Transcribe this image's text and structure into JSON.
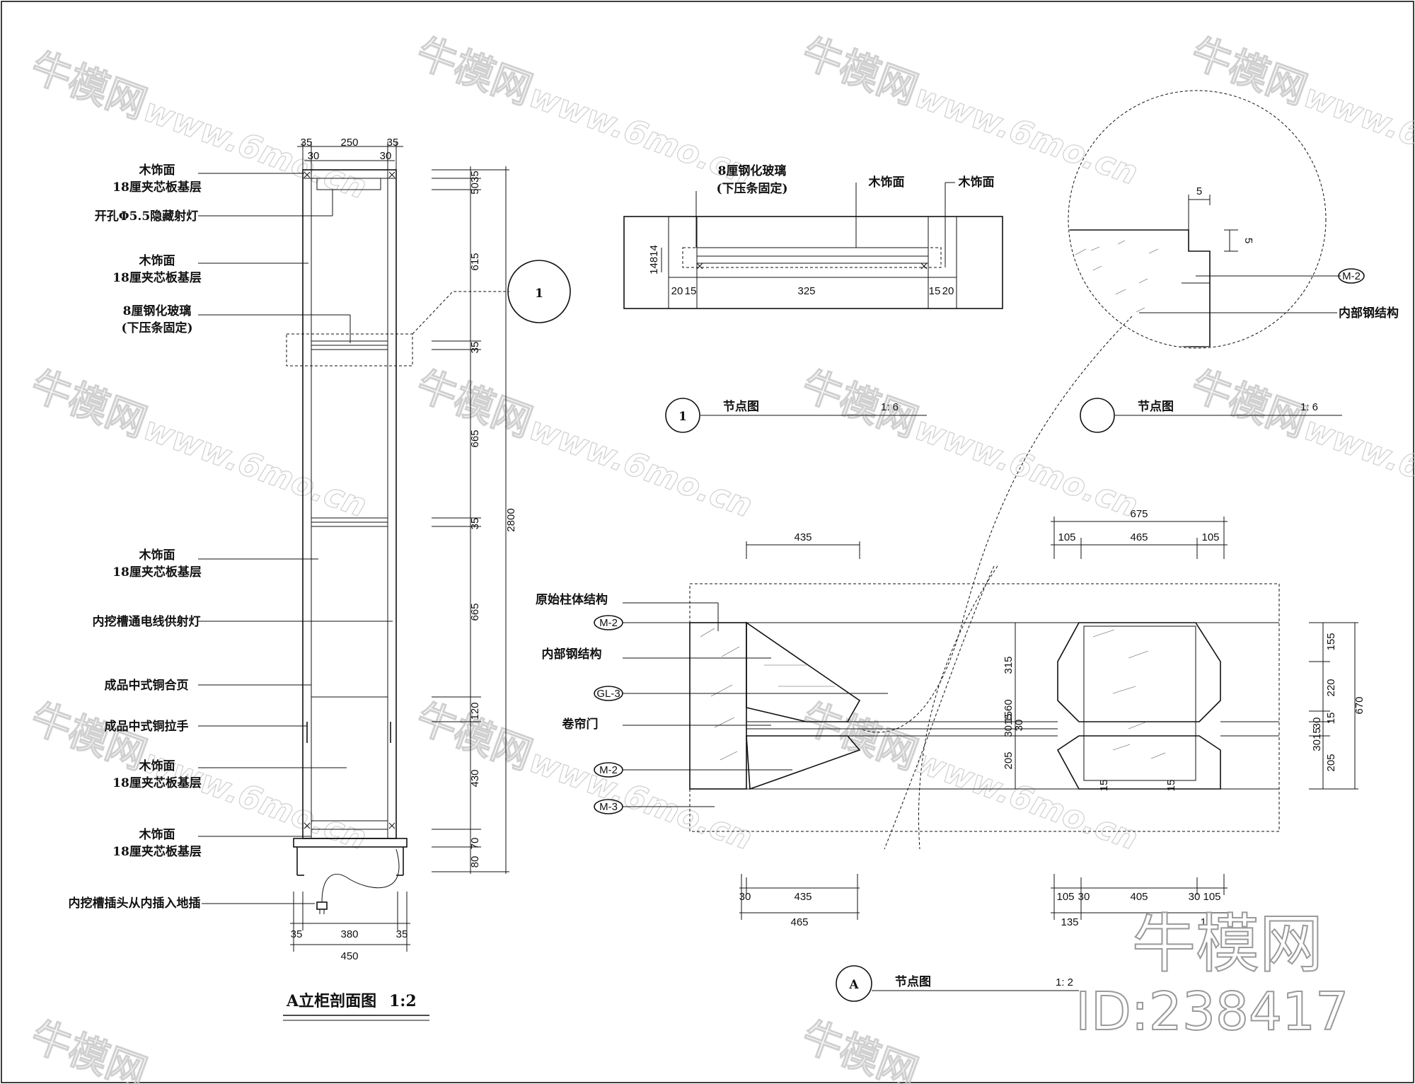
{
  "watermark": {
    "brand": "牛模网",
    "url": "www.6mo.cn",
    "corner_brand": "牛模网",
    "corner_id": "ID:238417"
  },
  "elevation": {
    "title": "A立柜剖面图",
    "scale": "1:2",
    "top_dims": [
      "35",
      "250",
      "35"
    ],
    "top_sub_dims": [
      "30",
      "30"
    ],
    "bottom_dims": [
      "35",
      "380",
      "35"
    ],
    "bottom_total": "450",
    "right_dims": [
      "5035",
      "615",
      "35",
      "665",
      "35",
      "665",
      "120",
      "430",
      "70",
      "80"
    ],
    "total_height": "2800",
    "labels": [
      "木饰面",
      "18厘夹芯板基层",
      "开孔Φ5.5隐藏射灯",
      "木饰面",
      "18厘夹芯板基层",
      "8厘钢化玻璃",
      "(下压条固定)",
      "木饰面",
      "18厘夹芯板基层",
      "内挖槽通电线供射灯",
      "成品中式铜合页",
      "成品中式铜拉手",
      "木饰面",
      "18厘夹芯板基层",
      "木饰面",
      "18厘夹芯板基层",
      "内挖槽插头从内插入地插"
    ]
  },
  "detail_1": {
    "callout": "1",
    "title": "节点图",
    "scale": "1: 6",
    "labels": [
      "8厘钢化玻璃",
      "(下压条固定)",
      "木饰面",
      "木饰面"
    ],
    "dims_bottom": [
      "20",
      "15",
      "325",
      "15",
      "20"
    ],
    "dims_left": "14814"
  },
  "detail_2": {
    "title": "节点图",
    "scale": "1: 6",
    "dim_h": "5",
    "dim_v": "5",
    "tag": "M-2",
    "label": "内部钢结构"
  },
  "detail_A": {
    "callout": "A",
    "title": "节点图",
    "scale": "1: 2",
    "labels": [
      "原始柱体结构",
      "内部钢结构",
      "卷帘门"
    ],
    "tags": [
      "M-2",
      "GL-3",
      "M-2",
      "M-3"
    ],
    "top_left_dim": "435",
    "top_right_total": "675",
    "top_right_dims": [
      "105",
      "465",
      "105"
    ],
    "left_vert_dims": [
      "315",
      "3015",
      "1560",
      "30",
      "205"
    ],
    "right_vert_dims": [
      "155",
      "220",
      "30",
      "15",
      "3015",
      "205"
    ],
    "right_total": "670",
    "small_dims": [
      "15",
      "15"
    ],
    "bottom_left_dims": [
      "30",
      "435"
    ],
    "bottom_left_total": "465",
    "bottom_right_dims": [
      "105",
      "30",
      "405",
      "30",
      "105"
    ],
    "bottom_right_sub": [
      "135",
      "13"
    ]
  }
}
